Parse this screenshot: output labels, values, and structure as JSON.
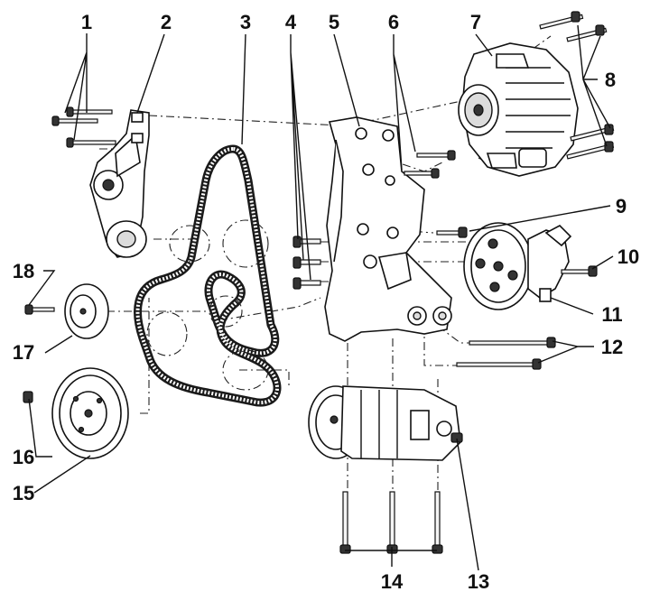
{
  "diagram": {
    "callouts": [
      {
        "id": "c1",
        "label": "1"
      },
      {
        "id": "c2",
        "label": "2"
      },
      {
        "id": "c3",
        "label": "3"
      },
      {
        "id": "c4",
        "label": "4"
      },
      {
        "id": "c5",
        "label": "5"
      },
      {
        "id": "c6",
        "label": "6"
      },
      {
        "id": "c7",
        "label": "7"
      },
      {
        "id": "c8",
        "label": "8"
      },
      {
        "id": "c9",
        "label": "9"
      },
      {
        "id": "c10",
        "label": "10"
      },
      {
        "id": "c11",
        "label": "11"
      },
      {
        "id": "c12",
        "label": "12"
      },
      {
        "id": "c13",
        "label": "13"
      },
      {
        "id": "c14",
        "label": "14"
      },
      {
        "id": "c15",
        "label": "15"
      },
      {
        "id": "c16",
        "label": "16"
      },
      {
        "id": "c17",
        "label": "17"
      },
      {
        "id": "c18",
        "label": "18"
      }
    ]
  },
  "colors": {
    "ink": "#111111",
    "background": "#ffffff",
    "belt": "#1a1a1a"
  }
}
